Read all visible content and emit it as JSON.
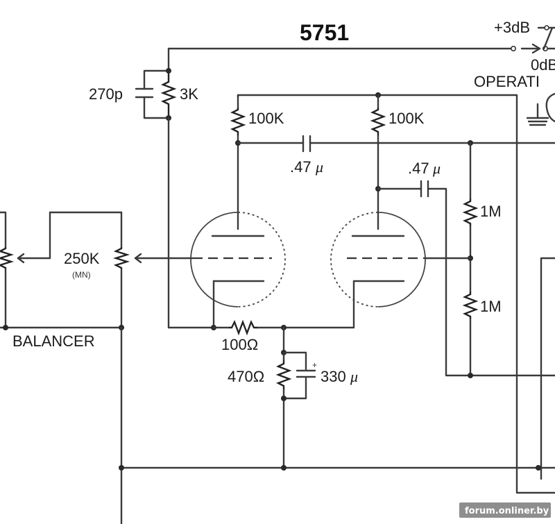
{
  "schematic": {
    "title": "5751",
    "labels": {
      "plus_3db": "+3dB",
      "zero_db": "0dB",
      "operation": "OPERATI",
      "c_270p": "270p",
      "r_3k": "3K",
      "r_100k_left": "100K",
      "r_100k_right": "100K",
      "c_047_a_value": ".47",
      "c_047_a_unit": "μ",
      "c_047_b_value": ".47",
      "c_047_b_unit": "μ",
      "r_1m_top": "1M",
      "r_1m_bottom": "1M",
      "pot_250k": "250K",
      "pot_250k_sub": "(MN)",
      "balancer": "BALANCER",
      "r_100ohm": "100Ω",
      "r_470ohm": "470Ω",
      "c_330": "330",
      "c_330_unit": "μ",
      "c_330_polarity": "+"
    },
    "watermark": "forum.onliner.by"
  }
}
